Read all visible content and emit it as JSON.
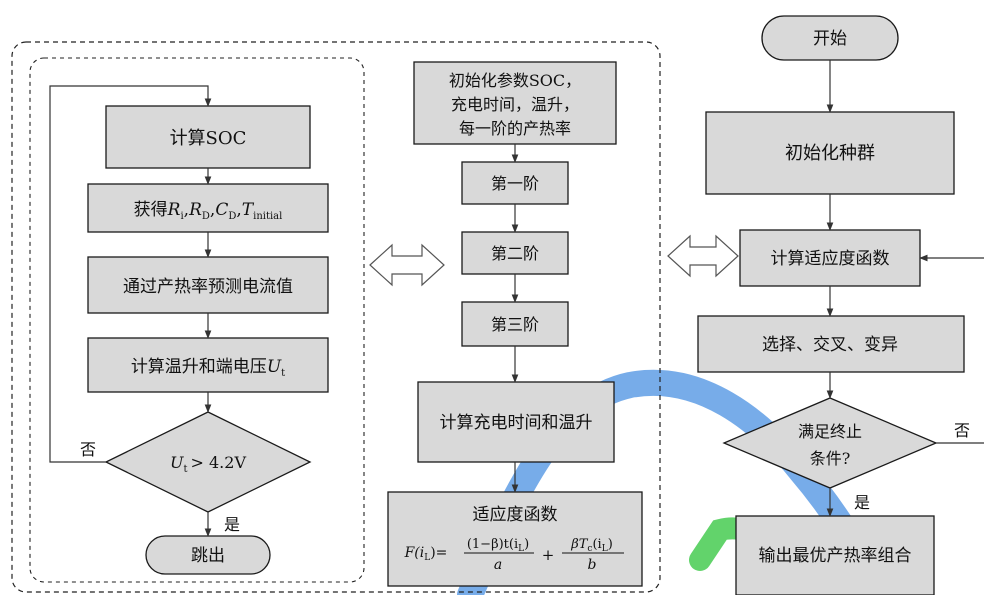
{
  "left_loop": {
    "calc_soc": "计算SOC",
    "get_params": {
      "prefix": "获得",
      "r1": "R",
      "r1_sub": "i",
      "r2": "R",
      "r2_sub": "D",
      "c": "C",
      "c_sub": "D",
      "t": "T",
      "t_sub": "initial"
    },
    "predict_current": "通过产热率预测电流值",
    "calc_temp_voltage": {
      "text": "计算温升和端电压",
      "var": "U",
      "sub": "t"
    },
    "decision": {
      "var": "U",
      "sub": "t",
      "rest": "> 4.2V"
    },
    "no_label": "否",
    "yes_label": "是",
    "exit": "跳出"
  },
  "middle": {
    "init_line1": "初始化参数SOC，",
    "init_line2": "充电时间，温升，",
    "init_line3": "每一阶的产热率",
    "stage1": "第一阶",
    "stage2": "第二阶",
    "stage3": "第三阶",
    "calc_time_temp": "计算充电时间和温升",
    "fitness_title": "适应度函数",
    "formula": {
      "lhs_f": "F(i",
      "lhs_sub": "L",
      "lhs_close": ")=",
      "frac1_num": "(1−β)t(i",
      "frac1_num_sub": "L",
      "frac1_num_close": ")",
      "frac1_den": "a",
      "plus": "+",
      "frac2_num_a": "βT",
      "frac2_num_sub1": "c",
      "frac2_num_b": "(i",
      "frac2_num_sub2": "L",
      "frac2_num_close": ")",
      "frac2_den": "b"
    }
  },
  "right": {
    "start": "开始",
    "init_population": "初始化种群",
    "calc_fitness": "计算适应度函数",
    "ops": "选择、交叉、变异",
    "decision_line1": "满足终止",
    "decision_line2": "条件?",
    "no_label": "否",
    "yes_label": "是",
    "output": "输出最优产热率组合"
  },
  "watermark_colors": {
    "blue": "#4a90e2",
    "green": "#2ec43a"
  }
}
